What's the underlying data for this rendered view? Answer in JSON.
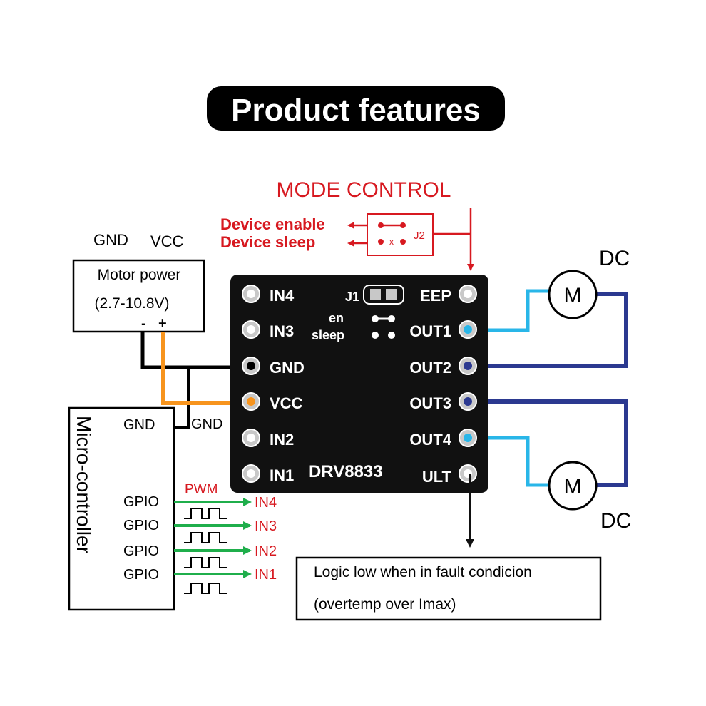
{
  "title": "Product features",
  "mode_control": {
    "heading": "MODE CONTROL",
    "device_enable": "Device enable",
    "device_sleep": "Device sleep",
    "jumper_label": "J2",
    "jumper_mark": "x"
  },
  "motor_power": {
    "gnd_label": "GND",
    "vcc_label": "VCC",
    "title": "Motor power",
    "range": "(2.7-10.8V)",
    "minus": "-",
    "plus": "+"
  },
  "board": {
    "name": "DRV8833",
    "left_pins": [
      "IN4",
      "IN3",
      "GND",
      "VCC",
      "IN2",
      "IN1"
    ],
    "right_pins": [
      "EEP",
      "OUT1",
      "OUT2",
      "OUT3",
      "OUT4",
      "ULT"
    ],
    "jumper_label": "J1",
    "en_label": "en",
    "sleep_label": "sleep"
  },
  "microcontroller": {
    "name": "Micro-controller",
    "gnd_label": "GND",
    "gnd_wire_label": "GND",
    "pwm_label": "PWM",
    "gpio_labels": [
      "GPIO",
      "GPIO",
      "GPIO",
      "GPIO"
    ],
    "input_labels": [
      "IN4",
      "IN3",
      "IN2",
      "IN1"
    ]
  },
  "motors": [
    {
      "symbol": "M",
      "label": "DC"
    },
    {
      "symbol": "M",
      "label": "DC"
    }
  ],
  "fault_note": {
    "line1": "Logic low when in fault condicion",
    "line2": "(overtemp over Imax)"
  },
  "colors": {
    "accent_red": "#d71920",
    "arrow_green": "#1fae4b",
    "wire_orange": "#f7941d",
    "wire_light_blue": "#29b6e8",
    "wire_dark_blue": "#2b3990",
    "board_black": "#111111"
  }
}
